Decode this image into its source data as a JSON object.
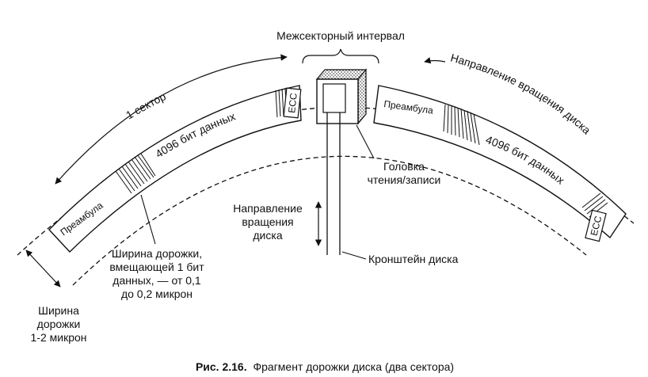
{
  "labels": {
    "intersector_gap": "Межсекторный интервал",
    "one_sector": "1 сектор",
    "rotation_direction_curve": "Направление вращения диска",
    "preamble_left": "Преамбула",
    "data_left": "4096 бит данных",
    "ecc_left": "ECC",
    "preamble_right": "Преамбула",
    "data_right": "4096 бит данных",
    "ecc_right": "ECC",
    "head_line1": "Головка",
    "head_line2": "чтения/записи",
    "rotation_line1": "Направление",
    "rotation_line2": "вращения",
    "rotation_line3": "диска",
    "arm": "Кронштейн диска",
    "bitwidth_line1": "Ширина дорожки,",
    "bitwidth_line2": "вмещающей 1 бит",
    "bitwidth_line3": "данных, — от 0,1",
    "bitwidth_line4": "до 0,2 микрон",
    "trackwidth_line1": "Ширина",
    "trackwidth_line2": "дорожки",
    "trackwidth_line3": "1-2 микрон"
  },
  "caption": {
    "figure_number": "Рис. 2.16.",
    "figure_text": "Фрагмент дорожки диска (два сектора)"
  },
  "colors": {
    "ink": "#111111",
    "background": "#ffffff"
  }
}
